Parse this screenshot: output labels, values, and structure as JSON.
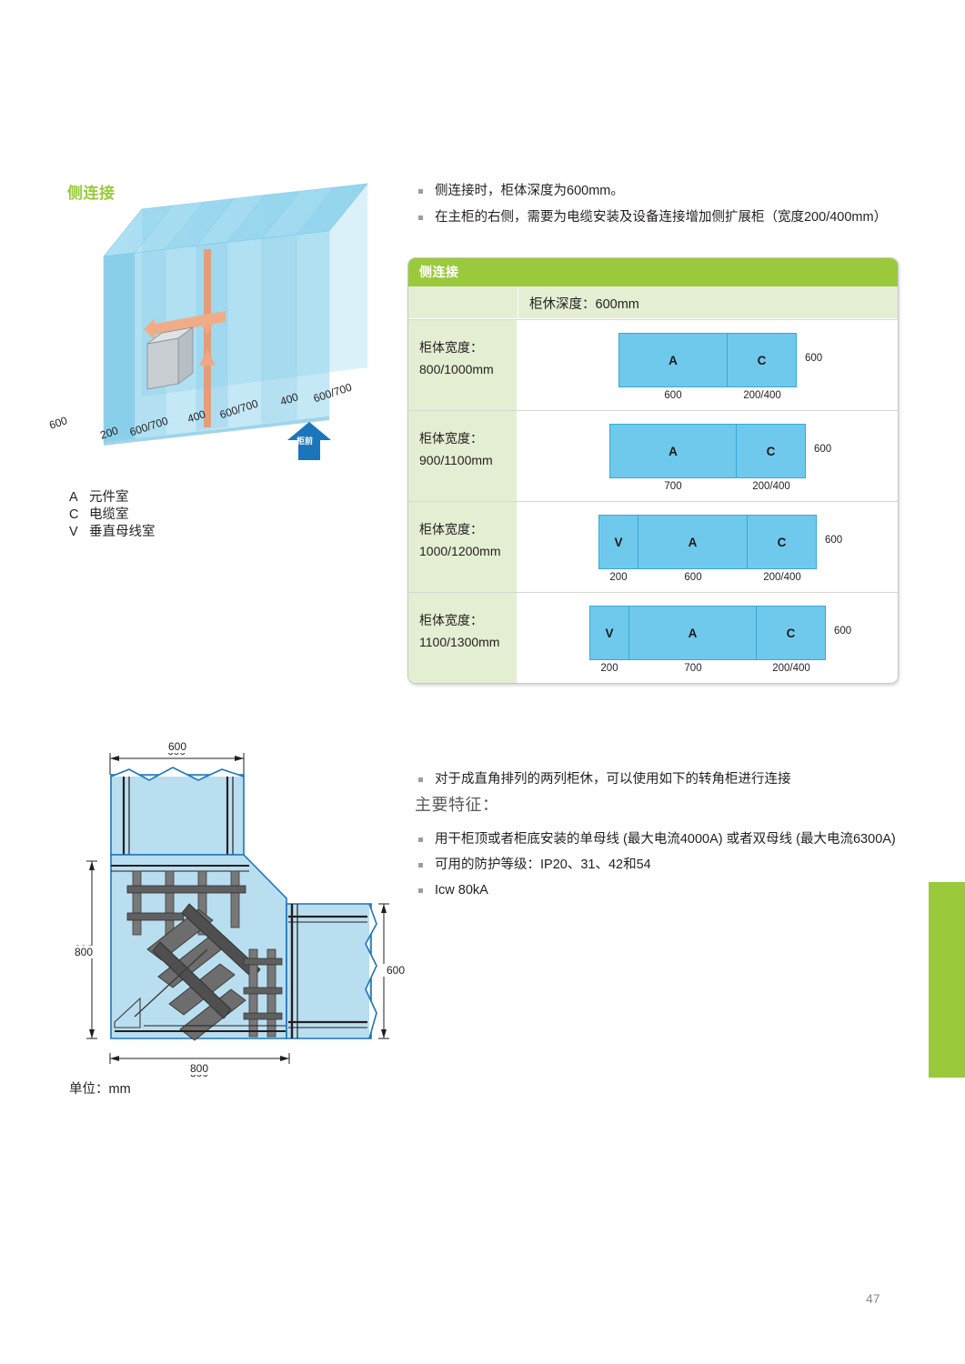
{
  "section": {
    "title": "侧连接"
  },
  "illustration": {
    "dimension_labels": [
      "600",
      "200",
      "600/700",
      "400",
      "600/700",
      "400",
      "600/700"
    ],
    "front_arrow_label": "柜前"
  },
  "legend": [
    {
      "key": "A",
      "label": "元件室"
    },
    {
      "key": "C",
      "label": "电缆室"
    },
    {
      "key": "V",
      "label": "垂直母线室"
    }
  ],
  "bullets_top": [
    "侧连接时，柜体深度为600mm。",
    "在主柜的右侧，需要为电缆安装及设备连接增加侧扩展柜（宽度200/400mm）"
  ],
  "table": {
    "header": "侧连接",
    "subheader": "柜休深度：600mm",
    "rows": [
      {
        "label_line1": "柜体宽度：",
        "label_line2": "800/1000mm",
        "depth": "600",
        "cells": [
          {
            "name": "A",
            "width": "600",
            "px": 120
          },
          {
            "name": "C",
            "width": "200/400",
            "px": 76
          }
        ]
      },
      {
        "label_line1": "柜体宽度：",
        "label_line2": "900/1100mm",
        "depth": "600",
        "cells": [
          {
            "name": "A",
            "width": "700",
            "px": 140
          },
          {
            "name": "C",
            "width": "200/400",
            "px": 76
          }
        ]
      },
      {
        "label_line1": "柜体宽度：",
        "label_line2": "1000/1200mm",
        "depth": "600",
        "cells": [
          {
            "name": "V",
            "width": "200",
            "px": 44
          },
          {
            "name": "A",
            "width": "600",
            "px": 120
          },
          {
            "name": "C",
            "width": "200/400",
            "px": 76
          }
        ]
      },
      {
        "label_line1": "柜体宽度：",
        "label_line2": "1100/1300mm",
        "depth": "600",
        "cells": [
          {
            "name": "V",
            "width": "200",
            "px": 44
          },
          {
            "name": "A",
            "width": "700",
            "px": 140
          },
          {
            "name": "C",
            "width": "200/400",
            "px": 76
          }
        ]
      }
    ]
  },
  "corner_drawing": {
    "dim_top": "600",
    "dim_left": "800",
    "dim_bottom": "800",
    "dim_right": "600",
    "unit_note": "单位：mm"
  },
  "bullets_bottom": {
    "intro": "对于成直角排列的两列柜休，可以使用如下的转角柜进行连接",
    "features_heading": "主要特征：",
    "items": [
      "用干柜顶或者柜底安装的单母线 (最大电流4000A) 或者双母线 (最大电流6300A)",
      "可用的防护等级：IP20、31、42和54",
      "Icw 80kA"
    ]
  },
  "page": {
    "number": "47"
  },
  "colors": {
    "brand_green": "#9ACA3C",
    "cell_green": "#E4EED2",
    "diagram_blue": "#6FC9EC",
    "arrow_blue": "#1B75BB",
    "bus_orange": "#EFA882"
  }
}
